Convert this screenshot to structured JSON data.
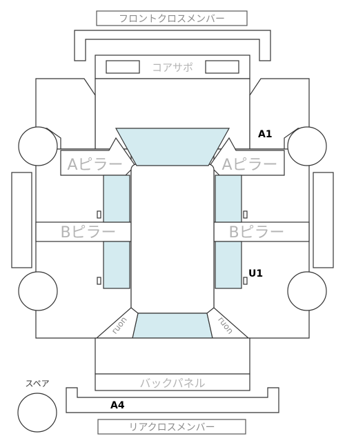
{
  "labels": {
    "front_cross_member": "フロントクロスメンバー",
    "core_support": "コアサポ",
    "a_pillar_left": "Aピラー",
    "a_pillar_right": "Aピラー",
    "b_pillar_left": "Bピラー",
    "b_pillar_right": "Bピラー",
    "back_panel": "バックパネル",
    "rear_cross_member": "リアクロスメンバー",
    "spare": "スペア",
    "quarter_left": "ruon",
    "quarter_right": "ruon"
  },
  "markers": {
    "a1": "A1",
    "u1": "U1",
    "a4": "A4"
  },
  "colors": {
    "glass": "#d4ebf0",
    "outline": "#333333",
    "label_gray": "#b4b4b4"
  }
}
